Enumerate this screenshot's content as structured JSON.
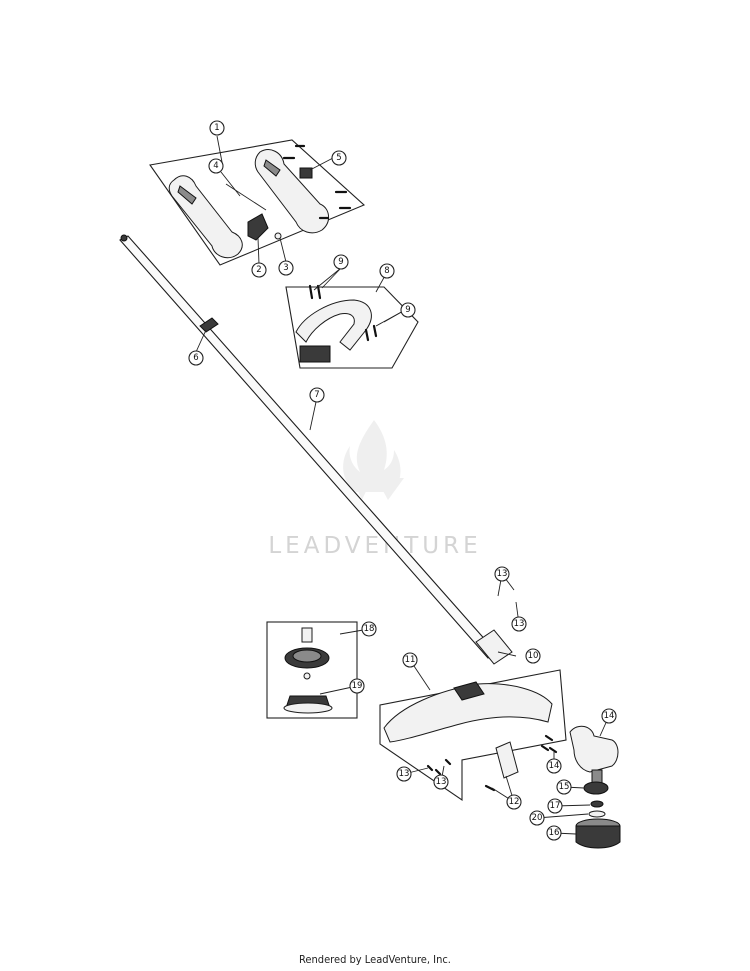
{
  "watermark": {
    "brand": "LEADVENTURE"
  },
  "footer": {
    "credit": "Rendered by LeadVenture, Inc."
  },
  "callouts": [
    "1",
    "2",
    "3",
    "4",
    "5",
    "6",
    "7",
    "8",
    "9",
    "9",
    "10",
    "11",
    "12",
    "13",
    "13",
    "13",
    "13",
    "14",
    "14",
    "15",
    "16",
    "17",
    "18",
    "19",
    "20"
  ]
}
